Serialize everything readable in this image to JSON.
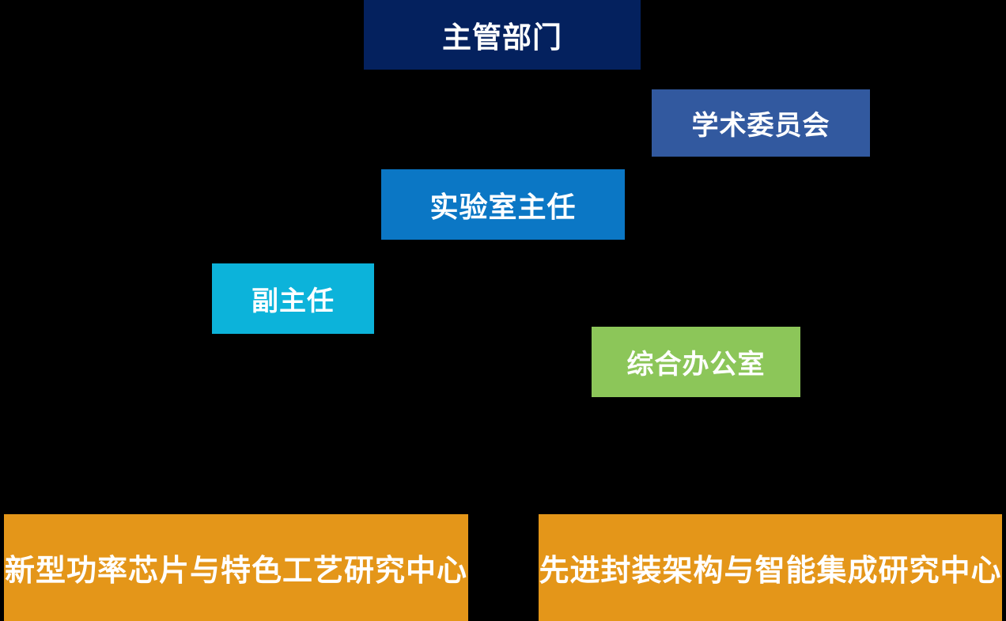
{
  "diagram": {
    "background": "#000000",
    "text_color": "#ffffff",
    "nodes": [
      {
        "id": "supervisor-dept",
        "label": "主管部门",
        "color": "#04215e"
      },
      {
        "id": "academic-committee",
        "label": "学术委员会",
        "color": "#32599f"
      },
      {
        "id": "lab-director",
        "label": "实验室主任",
        "color": "#0b77c5"
      },
      {
        "id": "deputy-director",
        "label": "副主任",
        "color": "#0cb3da"
      },
      {
        "id": "general-office",
        "label": "综合办公室",
        "color": "#8cc659"
      },
      {
        "id": "center-power-chip",
        "label": "新型功率芯片与特色工艺研究中心",
        "color": "#e49619"
      },
      {
        "id": "center-advanced-packaging",
        "label": "先进封装架构与智能集成研究中心",
        "color": "#e49619"
      }
    ]
  }
}
